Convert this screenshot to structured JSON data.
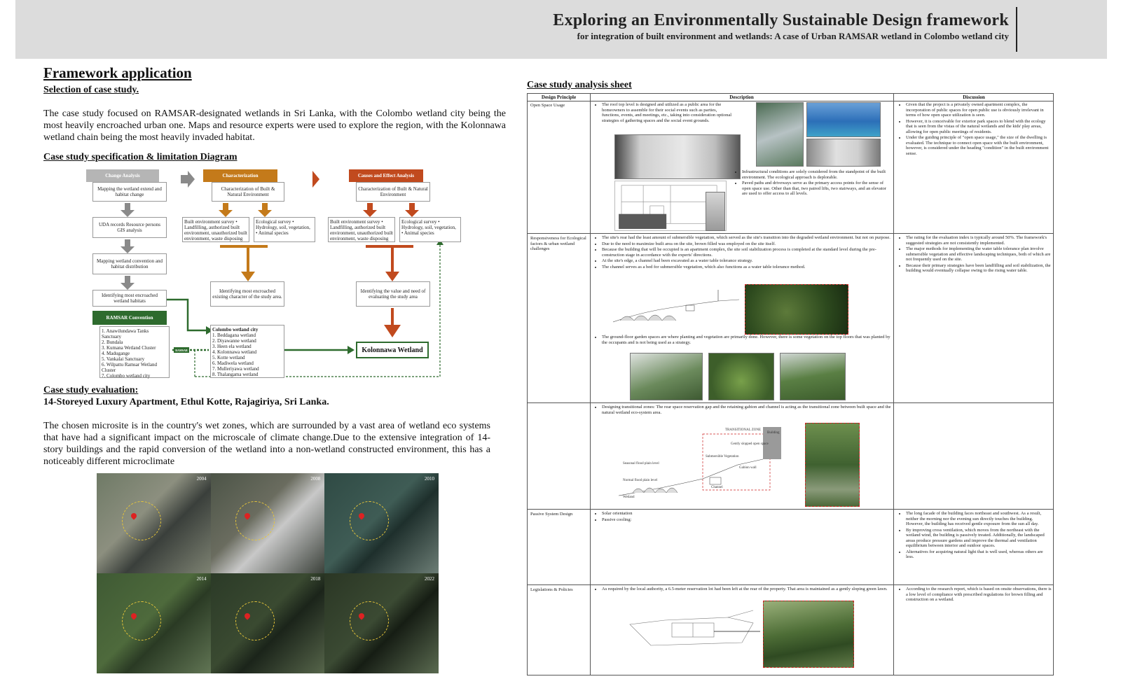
{
  "header": {
    "title": "Exploring an Environmentally Sustainable Design framework",
    "subtitle": "for integration of built environment and wetlands: A case of Urban RAMSAR wetland in Colombo wetland city"
  },
  "left": {
    "heading": "Framework application",
    "selection_heading": "Selection of case study.",
    "selection_text": "The case study focused on RAMSAR-designated wetlands in Sri Lanka, with the Colombo wetland city being the most heavily encroached urban one. Maps and resource experts were used to explore the region, with the Kolonnawa wetland chain being the most heavily invaded habitat.",
    "diagram_heading": "Case study specification & limitation Diagram",
    "evaluation_heading": "Case study evaluation:",
    "evaluation_subtitle": "14-Storeyed Luxury Apartment, Ethul Kotte, Rajagiriya, Sri Lanka.",
    "evaluation_text": "The chosen microsite is in the country's wet zones, which are surrounded by a vast area of wetland eco systems that have had a significant impact on the microscale of climate change.Due to the extensive integration of 14-story buildings and the rapid conversion of the wetland into a non-wetland constructed environment, this has a noticeably different microclimate"
  },
  "diagram": {
    "col1_head": "Change Analysis",
    "col2_head": "Characterization",
    "col3_head": "Causes and Effect Analysis",
    "box_mapping": "Mapping the wetland extend and habitat change",
    "box_uda": "UDA records Resource persons GIS analysis",
    "box_conversion": "Mapping wetland convention and habitat distribution",
    "box_identify": "Identifying most encroached wetland habitats",
    "ramsar_head": "RAMSAR Convention",
    "ramsar_list": [
      "1. Anawilundawa Tanks Sanctuary",
      "2. Bundala",
      "3. Kumana Wetland Cluster",
      "4. Madugange",
      "5. Vankalai Sanctuary",
      "6. Wilpattu Ramsar Wetland Cluster",
      "7. Colombo wetland city"
    ],
    "ramsar_tag": "RAMSAR",
    "char_box": "Characterization of Built & Natural Environment",
    "built_survey": "Built environment survey • Landfilling, authorized built environment, unauthorized built environment, waste disposing",
    "eco_survey": "Ecological survey • Hydrology, soil, vegetation, • Animal species",
    "identify_char": "Identifying most encroached existing character of the study area.",
    "identify_value": "Identifying the value and need of evaluating the study area",
    "colombo_head": "Colombo wetland city",
    "colombo_list": [
      "1. Beddagana wetland",
      "2. Diyawanne wetland",
      "3. Heen ela wetland",
      "4. Kolonnawa wetland",
      "5. Kotte wetland",
      "6. Madiwela wetland",
      "7. Mulleriyawa wetland",
      "8. Thalangama wetland"
    ],
    "kolonnawa": "Kolonnawa Wetland"
  },
  "satellite_years": [
    "2004",
    "2008",
    "2010",
    "2014",
    "2018",
    "2022"
  ],
  "sheet": {
    "title": "Case study analysis sheet",
    "headers": [
      "Design Principle",
      "Description",
      "Discussion"
    ],
    "rows": [
      {
        "principle": "Open Space Usage",
        "desc": [
          "The roof top level is designed and utilized as a public area for the homeowners to assemble for their social events such as parties, functions, events, and meetings, etc., taking into consideration optional strategies of gathering spaces and the social event grounds.",
          "Infrastructural conditions are solely considered from the standpoint of the built environment. The ecological approach is deplorable.",
          "Paved paths and driveways serve as the primary access points for the sense of open space use. Other than that, two paired lifts, two stairways, and an elevator are used to offer access to all levels."
        ],
        "disc": [
          "Given that the project is a privately owned apartment complex, the incorporation of public spaces for open public use is obviously irrelevant in terms of how open space utilization is seen.",
          "However, it is conceivable for exterior park spaces to blend with the ecology that is seen from the vistas of the natural wetlands and the kids' play areas, allowing for open public meetings of residents.",
          "Under the guiding principle of \"open space usage,\" the size of the dwelling is evaluated. The technique to connect open space with the built environment, however, is considered under the heading \"condition\" in the built environment sense."
        ]
      },
      {
        "principle": "Responsiveness for Ecological factors & urban wetland challenges",
        "desc": [
          "The site's rear had the least amount of submersible vegetation, which served as the site's transition into the degraded wetland environment. but not on purpose.",
          "Due to the need to maximize built area on the site, brown filled was employed on the site itself.",
          "Because the building that will be occupied is an apartment complex, the site soil stabilization process is completed at the standard level during the pre-construction stage in accordance with the experts' directions.",
          "At the site's edge, a channel had been excavated as a water table tolerance strategy.",
          "The channel serves as a bed for submersible vegetation, which also functions as a water table tolerance method."
        ],
        "desc2": "The ground-floor garden spaces are where planting and vegetation are primarily done. However, there is some vegetation on the top floors that was planted by the occupants and is not being used as a strategy.",
        "disc": [
          "The rating for the evaluation index is typically around 50%. The framework's suggested strategies are not consistently implemented.",
          "The major methods for implementing the water table tolerance plan involve submersible vegetation and effective landscaping techniques, both of which are not frequently used on the site.",
          "Because their primary strategies have been landfilling and soil stabilization, the building would eventually collapse owing to the rising water table."
        ]
      },
      {
        "principle": "",
        "desc": [
          "Designing transitional zones: The rear space reservation gap and the retaining gabion and channel is acting as the transitional zone between built space and the natural wetland eco-system area."
        ],
        "sketch_labels": [
          "TRANSITIONAL ZONE",
          "Building",
          "Gently slopped open space",
          "Submersible Vegetation",
          "Gabion wall",
          "Channel",
          "Seasonal flood plain level",
          "Normal flood plain level",
          "Wetland"
        ]
      },
      {
        "principle": "Passive System Design",
        "desc": [
          "Solar orientation",
          "Passive cooling:"
        ],
        "disc": [
          "The long facade of the building faces northeast and southwest. As a result, neither the morning nor the evening sun directly touches the building. However, the building has received gentle exposure from the sun all day.",
          "By improving cross ventilation, which moves from the northeast with the wetland wind, the building is passively treated. Additionally, the landscaped areas produce pressure gardens and improve the thermal and ventilation equilibrium between interior and outdoor spaces.",
          "Alternatives for acquiring natural light that is well used, whereas others are less."
        ]
      },
      {
        "principle": "Legislations & Policies",
        "desc": [
          "As required by the local authority, a 6.5-meter reservation lot had been left at the rear of the property. That area is maintained as a gently sloping green lawn."
        ],
        "disc": [
          "According to the research report, which is based on onsite observations, there is a low level of compliance with prescribed regulations for brown filling and construction on a wetland."
        ]
      }
    ]
  },
  "colors": {
    "header_bg": "#dcdcdc",
    "orange_dark": "#c14a1e",
    "orange_mid": "#c47a1a",
    "green": "#2e6b2e",
    "grey_head": "#b5b5b5"
  }
}
